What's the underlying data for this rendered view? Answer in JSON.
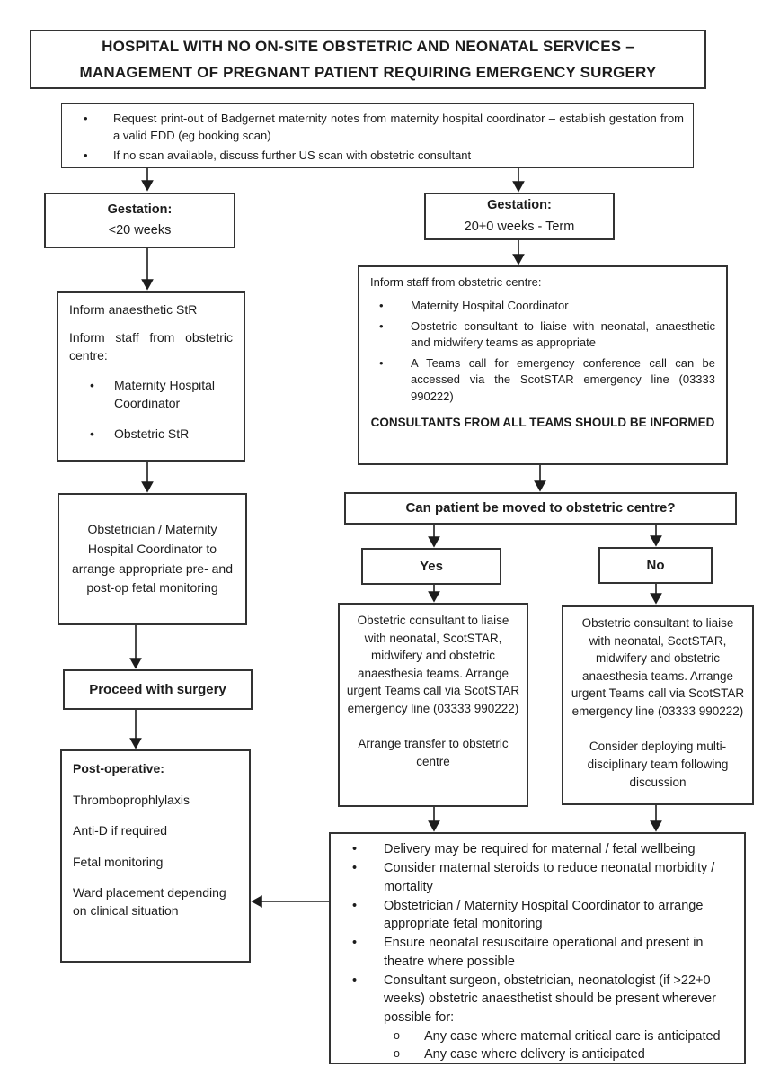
{
  "title": {
    "line1": "HOSPITAL WITH NO ON-SITE OBSTETRIC AND NEONATAL SERVICES –",
    "line2": "MANAGEMENT OF PREGNANT PATIENT REQUIRING EMERGENCY SURGERY"
  },
  "intro": {
    "bullets": [
      "Request print-out of Badgernet maternity notes from maternity hospital coordinator – establish gestation from a valid EDD (eg booking scan)",
      "If no scan available, discuss further US scan with obstetric consultant"
    ]
  },
  "gestation_left": {
    "heading": "Gestation:",
    "value": "<20 weeks"
  },
  "gestation_right": {
    "heading": "Gestation:",
    "value": "20+0 weeks - Term"
  },
  "inform_left": {
    "line1": "Inform anaesthetic StR",
    "line2": "Inform staff from obstetric centre:",
    "bullets": [
      "Maternity Hospital Coordinator",
      "Obstetric StR"
    ]
  },
  "inform_right": {
    "heading": "Inform staff from obstetric centre:",
    "bullets": [
      "Maternity Hospital Coordinator",
      "Obstetric consultant to liaise with neonatal, anaesthetic and midwifery teams as appropriate",
      "A Teams call for emergency conference call can be accessed via the ScotSTAR emergency line (03333 990222)"
    ],
    "footer": "CONSULTANTS FROM ALL TEAMS SHOULD BE INFORMED"
  },
  "question": {
    "label": "Can patient be moved to obstetric centre?"
  },
  "yes_branch": {
    "label": "Yes"
  },
  "no_branch": {
    "label": "No"
  },
  "yes_details": {
    "para1": "Obstetric consultant to liaise with neonatal, ScotSTAR, midwifery and obstetric anaesthesia teams. Arrange urgent Teams call via ScotSTAR emergency line (03333 990222)",
    "para2": "Arrange transfer to obstetric centre"
  },
  "no_details": {
    "para1": "Obstetric consultant to liaise with neonatal, ScotSTAR, midwifery and obstetric anaesthesia teams. Arrange urgent Teams call via ScotSTAR emergency line (03333 990222)",
    "para2": "Consider deploying multi-disciplinary team following discussion"
  },
  "monitoring": {
    "text": "Obstetrician / Maternity Hospital Coordinator to arrange appropriate pre- and post-op fetal monitoring"
  },
  "proceed": {
    "label": "Proceed with surgery"
  },
  "postop": {
    "heading": "Post-operative:",
    "items": [
      "Thromboprophlylaxis",
      "Anti-D if required",
      "Fetal monitoring",
      "Ward placement depending on clinical situation"
    ]
  },
  "outcome": {
    "bullets": [
      "Delivery may be required for maternal / fetal wellbeing",
      "Consider maternal steroids to reduce neonatal morbidity / mortality",
      "Obstetrician / Maternity Hospital Coordinator to arrange appropriate fetal monitoring",
      "Ensure neonatal resuscitaire operational and present in theatre where possible",
      "Consultant surgeon, obstetrician, neonatologist (if >22+0 weeks) obstetric anaesthetist should be present wherever possible for:"
    ],
    "sub_bullets": [
      "Any case where maternal critical care is anticipated",
      "Any case where delivery is anticipated"
    ]
  }
}
